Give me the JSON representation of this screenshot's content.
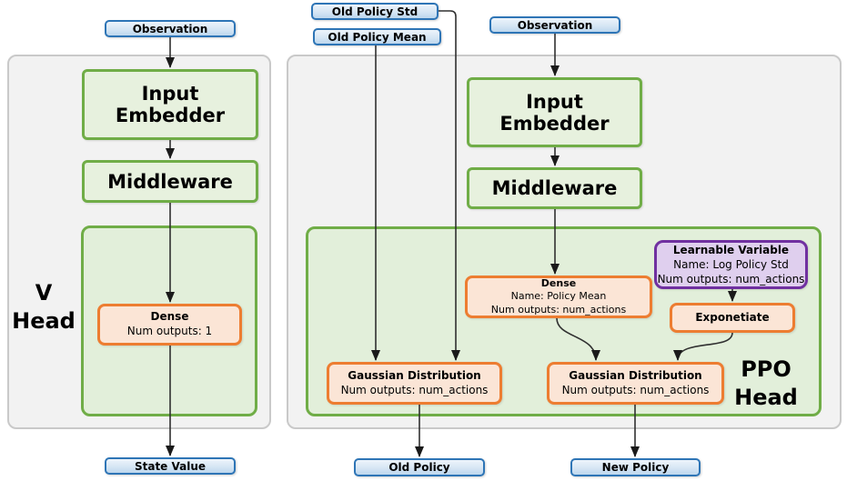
{
  "diagram": {
    "v_head": {
      "label_line1": "V",
      "label_line2": "Head",
      "observation": "Observation",
      "input_embedder": "Input Embedder",
      "middleware": "Middleware",
      "dense": {
        "title": "Dense",
        "outputs": "Num outputs: 1"
      },
      "output": "State Value"
    },
    "ppo_head": {
      "label_line1": "PPO",
      "label_line2": "Head",
      "old_policy_std": "Old Policy Std",
      "old_policy_mean": "Old Policy Mean",
      "observation": "Observation",
      "input_embedder": "Input Embedder",
      "middleware": "Middleware",
      "dense": {
        "title": "Dense",
        "name": "Name: Policy Mean",
        "outputs": "Num outputs: num_actions"
      },
      "learnable_variable": {
        "title": "Learnable Variable",
        "name": "Name: Log Policy Std",
        "outputs": "Num outputs: num_actions"
      },
      "exponetiate": "Exponetiate",
      "gaussian_old": {
        "title": "Gaussian Distribution",
        "outputs": "Num outputs: num_actions"
      },
      "gaussian_new": {
        "title": "Gaussian Distribution",
        "outputs": "Num outputs: num_actions"
      },
      "old_policy_output": "Old Policy",
      "new_policy_output": "New Policy"
    },
    "colors": {
      "blue_border": "#2E75B6",
      "blue_fill": "#D6E6F4",
      "green_border": "#70AD47",
      "green_fill": "#E2EFDA",
      "orange_border": "#ED7D31",
      "orange_fill": "#FBE5D6",
      "purple_border": "#7030A0",
      "purple_fill": "#DFCFEE",
      "panel_border": "#C9C9C9",
      "panel_fill": "#F2F2F2",
      "connector": "#303030"
    }
  }
}
